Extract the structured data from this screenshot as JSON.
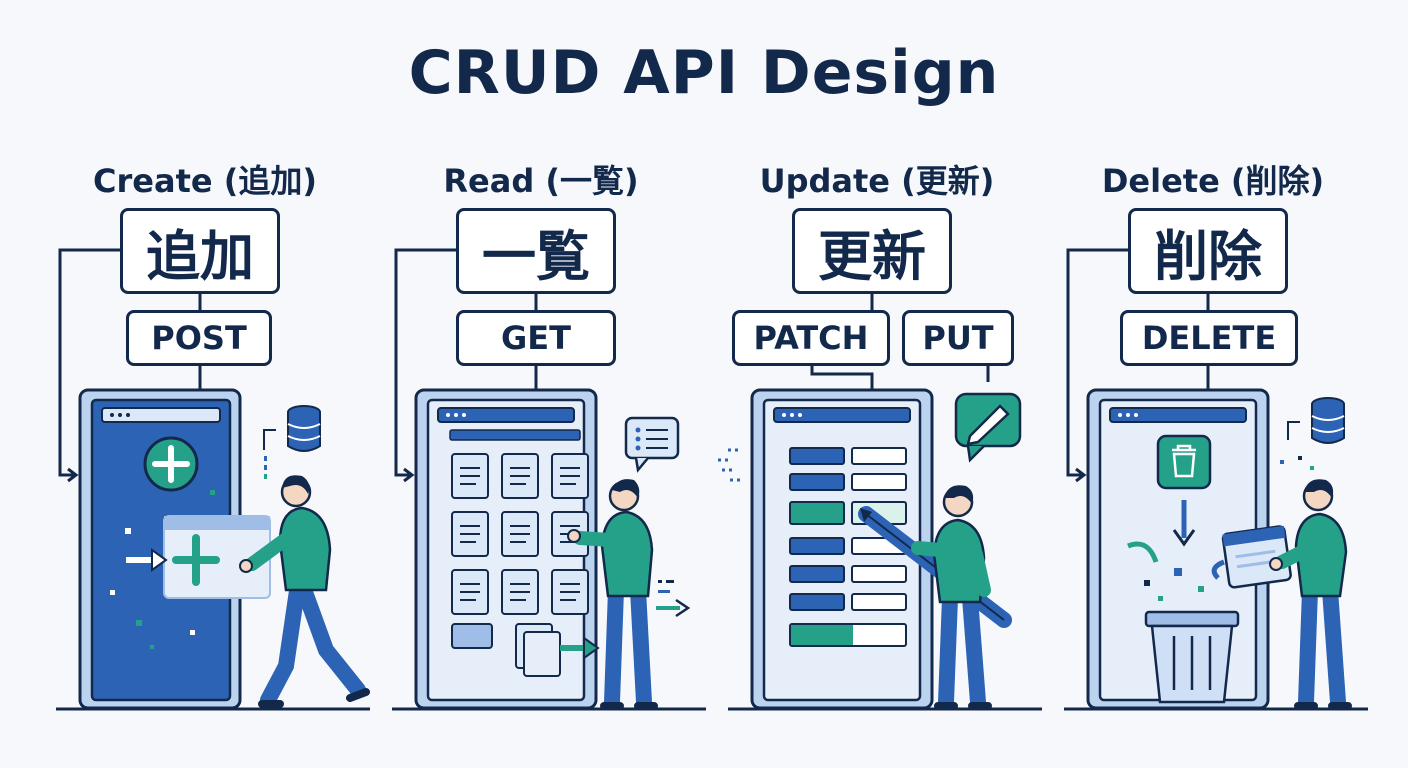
{
  "title": "CRUD API Design",
  "panels": [
    {
      "heading": "Create (追加)",
      "kanji": "追加",
      "methods": [
        "POST"
      ],
      "icon": "plus-icon"
    },
    {
      "heading": "Read (一覧)",
      "kanji": "一覧",
      "methods": [
        "GET"
      ],
      "icon": "document-grid-icon"
    },
    {
      "heading": "Update (更新)",
      "kanji": "更新",
      "methods": [
        "PATCH",
        "PUT"
      ],
      "icon": "pencil-icon"
    },
    {
      "heading": "Delete (削除)",
      "kanji": "削除",
      "methods": [
        "DELETE"
      ],
      "icon": "trash-icon"
    }
  ],
  "colors": {
    "navy": "#13294b",
    "blue": "#2c63b5",
    "light_blue": "#cfe0f6",
    "teal": "#25a189",
    "background": "#f7f8fb"
  }
}
